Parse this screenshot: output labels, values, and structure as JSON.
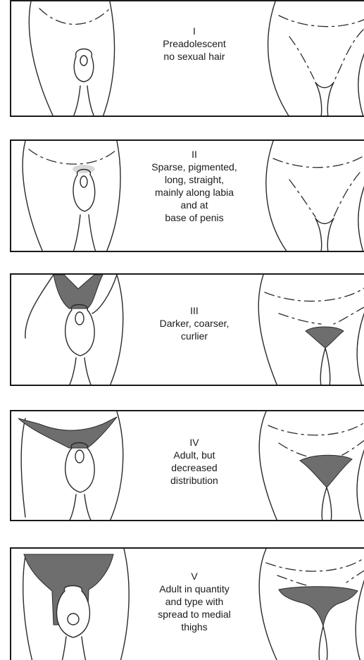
{
  "stages": [
    {
      "numeral": "I",
      "lines": [
        "Preadolescent",
        "no sexual hair"
      ]
    },
    {
      "numeral": "II",
      "lines": [
        "Sparse, pigmented,",
        "long, straight,",
        "mainly along labia",
        "and at",
        "base of penis"
      ]
    },
    {
      "numeral": "III",
      "lines": [
        "Darker, coarser,",
        "curlier"
      ]
    },
    {
      "numeral": "IV",
      "lines": [
        "Adult, but",
        "decreased",
        "distribution"
      ]
    },
    {
      "numeral": "V",
      "lines": [
        "Adult in quantity",
        "and type with",
        "spread to medial",
        "thighs"
      ]
    }
  ]
}
